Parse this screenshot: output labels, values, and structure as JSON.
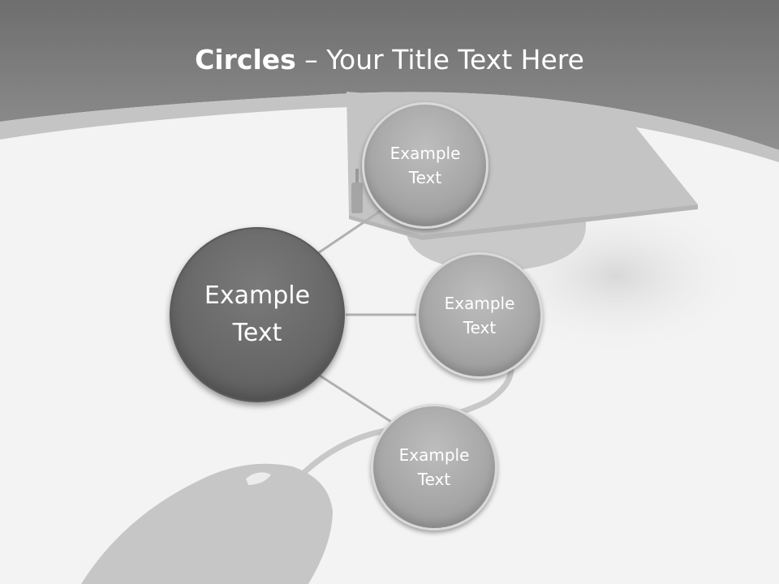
{
  "title": {
    "bold": "Circles",
    "rest": " – Your Title Text Here"
  },
  "hub": {
    "label_line1": "Example",
    "label_line2": "Text"
  },
  "nodes": [
    {
      "label_line1": "Example",
      "label_line2": "Text"
    },
    {
      "label_line1": "Example",
      "label_line2": "Text"
    },
    {
      "label_line1": "Example",
      "label_line2": "Text"
    }
  ],
  "colors": {
    "header": "#7a7a7a",
    "hub": "#686868",
    "node": "#a7a7a7",
    "connector": "#b0b0b0"
  }
}
